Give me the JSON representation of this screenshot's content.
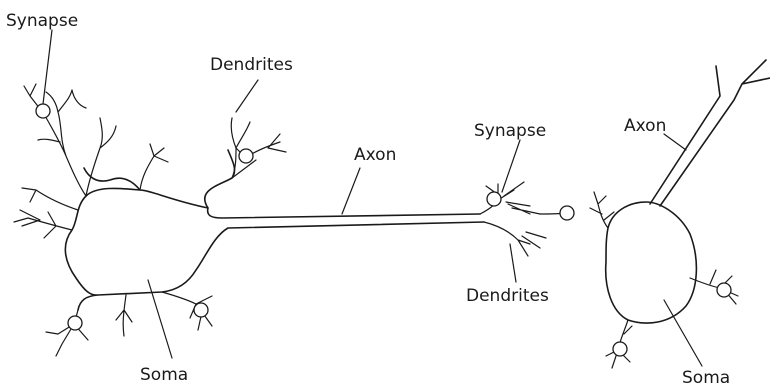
{
  "labels": {
    "synapse_top_left": "Synapse",
    "dendrites_top": "Dendrites",
    "axon_middle": "Axon",
    "synapse_middle": "Synapse",
    "axon_right": "Axon",
    "dendrites_bottom": "Dendrites",
    "soma_left": "Soma",
    "soma_right": "Soma"
  },
  "colors": {
    "stroke": "#1a1a1a",
    "background": "#ffffff"
  }
}
